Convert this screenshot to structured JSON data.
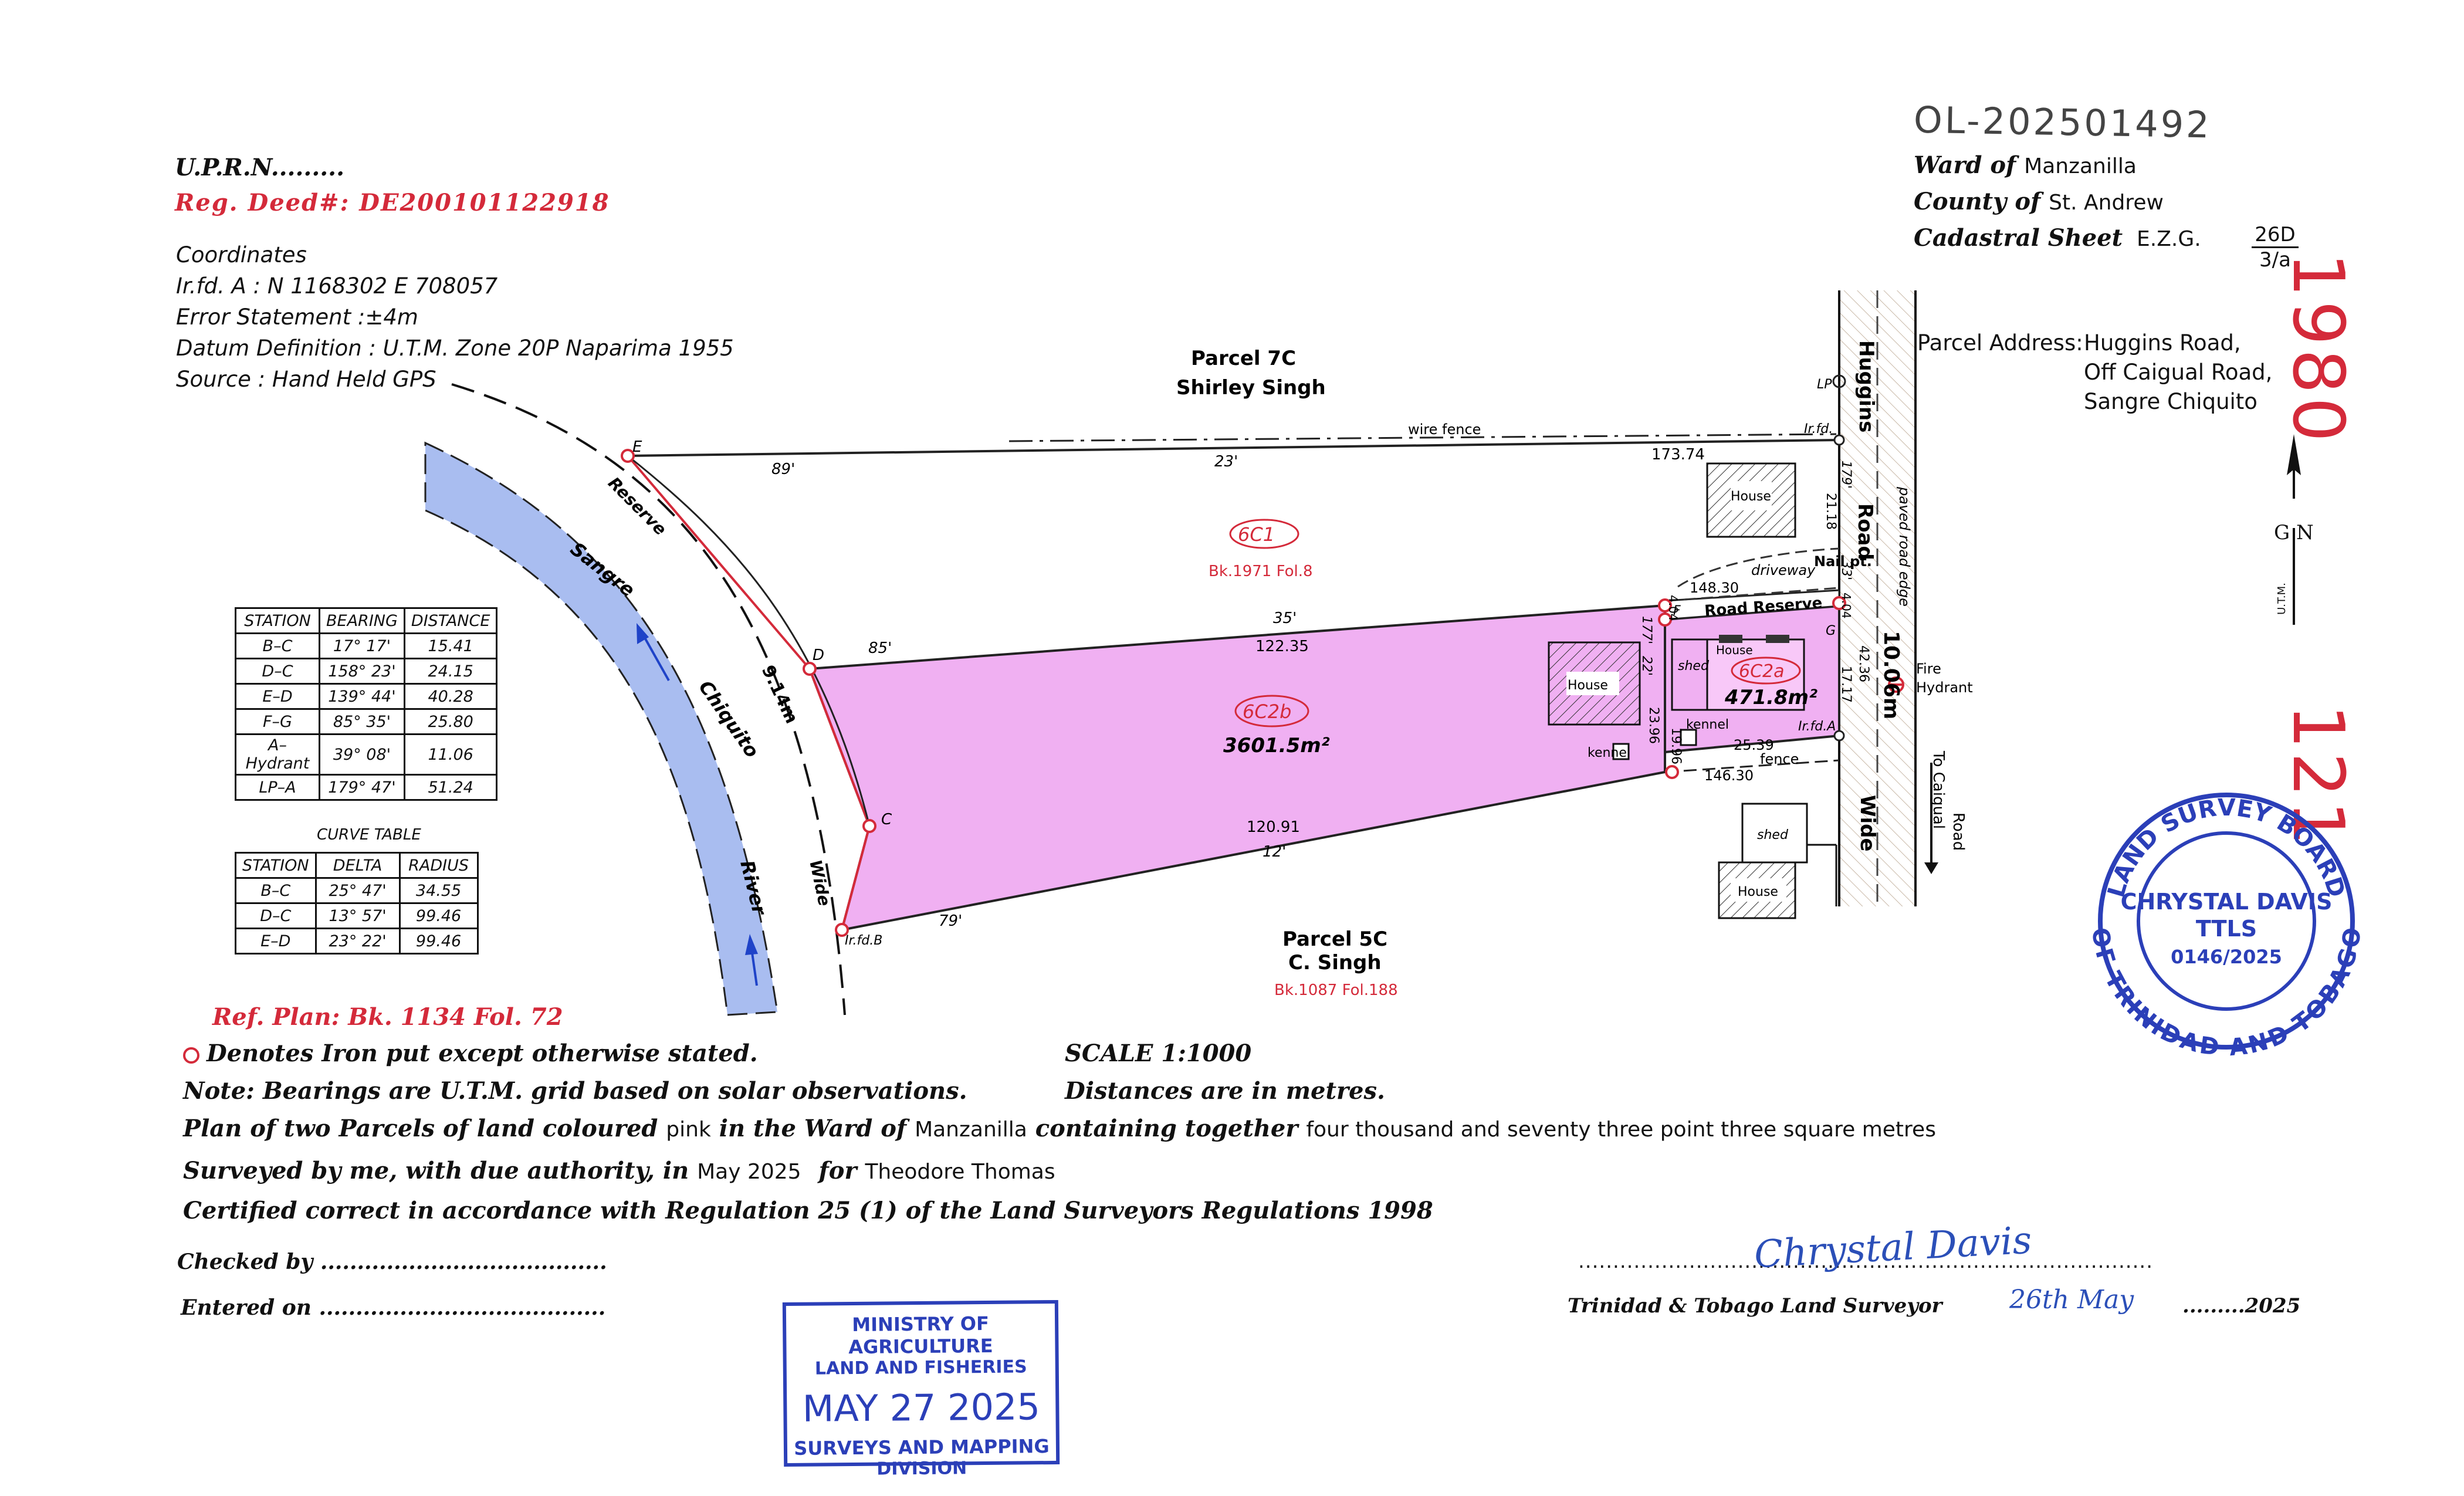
{
  "header_left": {
    "uprn": "U.P.R.N.........",
    "reg_deed": "Reg. Deed#: DE200101122918",
    "coord_title": "Coordinates",
    "coord_irfd": "Ir.fd. A : N 1168302  E 708057",
    "coord_error": "Error Statement   :±4m",
    "coord_datum": "Datum Definition : U.T.M. Zone 20P Naparima 1955",
    "coord_source": "Source : Hand Held GPS"
  },
  "header_right": {
    "handwritten_ref": "OL-202501492",
    "ward_label": "Ward of",
    "ward_value": "Manzanilla",
    "county_label": "County of",
    "county_value": "St. Andrew",
    "sheet_label": "Cadastral Sheet",
    "sheet_value": "E.Z.G.",
    "sheet_num_top": "26D",
    "sheet_num_bottom": "3/a",
    "address_label": "Parcel Address:",
    "address_line1": "Huggins Road,",
    "address_line2": "Off Caigual Road,",
    "address_line3": "Sangre Chiquito"
  },
  "margin_numbers": {
    "top": "1980",
    "bottom": "121"
  },
  "north_arrow": {
    "label": "G N",
    "sub": "U.T.M."
  },
  "bearing_table": {
    "headers": [
      "STATION",
      "BEARING",
      "DISTANCE"
    ],
    "rows": [
      [
        "B–C",
        "17° 17'",
        "15.41"
      ],
      [
        "D–C",
        "158° 23'",
        "24.15"
      ],
      [
        "E–D",
        "139° 44'",
        "40.28"
      ],
      [
        "F–G",
        "85° 35'",
        "25.80"
      ],
      [
        "A–Hydrant",
        "39° 08'",
        "11.06"
      ],
      [
        "LP–A",
        "179° 47'",
        "51.24"
      ]
    ]
  },
  "curve_table": {
    "title": "CURVE TABLE",
    "headers": [
      "STATION",
      "DELTA",
      "RADIUS"
    ],
    "rows": [
      [
        "B–C",
        "25° 47'",
        "34.55"
      ],
      [
        "D–C",
        "13° 57'",
        "99.46"
      ],
      [
        "E–D",
        "23° 22'",
        "99.46"
      ]
    ]
  },
  "map": {
    "parcel_7c": "Parcel 7C",
    "owner_7c": "Shirley Singh",
    "parcel_5c": "Parcel 5C",
    "owner_5c": "C. Singh",
    "book_5c": "Bk.1087 Fol.188",
    "label_6c1": "6C1",
    "book_6c1": "Bk.1971 Fol.8",
    "label_6c2b": "6C2b",
    "area_6c2b": "3601.5m²",
    "label_6c2a": "6C2a",
    "area_6c2a": "471.8m²",
    "river_w1": "Sangre",
    "river_w2": "Chiquito",
    "river_w3": "River",
    "reserve": "Reserve",
    "wide": "Wide",
    "reserve_width": "9.14m",
    "huggins": "Huggins",
    "road": "Road",
    "road_width": "10.06m",
    "road_wide": "Wide",
    "paved_edge": "paved road edge",
    "to_caigual_1": "To Caigual",
    "to_caigual_2": "Road",
    "fire_1": "Fire",
    "fire_2": "Hydrant",
    "wire_fence": "wire fence",
    "fence": "fence",
    "driveway": "driveway",
    "road_reserve": "Road Reserve",
    "nail_pt": "Nail pt.",
    "house": "House",
    "shed": "shed",
    "kennel": "kennel",
    "st_e": "E",
    "st_d": "D",
    "st_c": "C",
    "st_b": "Ir.fd.B",
    "st_irfd": "Ir.fd.",
    "st_irfda": "Ir.fd.A",
    "st_f": "F",
    "st_g": "G",
    "st_lp": "LP",
    "d_89": "89'",
    "d_23": "23'",
    "d_17374": "173.74",
    "d_85": "85'",
    "d_35": "35'",
    "d_12235": "122.35",
    "d_12091": "120.91",
    "d_12": "12'",
    "d_79": "79'",
    "d_14830": "148.30",
    "d_14630": "146.30",
    "d_2539": "25.39",
    "d_2396": "23.96",
    "d_1996": "19.96",
    "d_22": "22'",
    "d_177": "177'",
    "d_404a": "4.04",
    "d_404b": "4.04",
    "d_1717": "17.17",
    "d_4236": "42.36",
    "d_33": "33'",
    "d_2118": "21.18",
    "d_179": "179'"
  },
  "notes": {
    "ref_plan": "Ref. Plan: Bk. 1134 Fol. 72",
    "iron_put": "Denotes Iron put except otherwise stated.",
    "scale": "SCALE  1:1000",
    "bearings": "Note: Bearings are U.T.M. grid based on solar observations.",
    "distances": "Distances are in metres.",
    "plan_prefix": "Plan of two Parcels of land coloured",
    "plan_pink": "pink",
    "plan_in_ward": "in the Ward of",
    "plan_ward": "Manzanilla",
    "plan_containing": "containing together",
    "plan_area": "four thousand and seventy three point three square metres",
    "surveyed_prefix": "Surveyed by me, with due authority, in",
    "surveyed_date": "May 2025",
    "surveyed_for": "for",
    "surveyed_client": "Theodore Thomas",
    "certified": "Certified correct in accordance with Regulation 25 (1) of the Land Surveyors Regulations 1998",
    "checked_by": "Checked by .......................................",
    "entered_on": "Entered on .......................................",
    "signature_dots": "...................................................................................",
    "signature": "Chrystal Davis",
    "surveyor_label": "Trinidad & Tobago Land Surveyor",
    "sig_day": "26th May",
    "sig_year": ".........2025"
  },
  "stamp_ministry": {
    "line1": "MINISTRY OF AGRICULTURE",
    "line2": "LAND AND FISHERIES",
    "date": "MAY 27 2025",
    "line3": "SURVEYS AND MAPPING",
    "line4": "DIVISION"
  },
  "stamp_board": {
    "outer_top": "LAND SURVEY BOARD",
    "outer_bottom": "OF TRINIDAD AND TOBAGO",
    "name": "CHRYSTAL DAVIS",
    "title": "TTLS",
    "number": "0146/2025"
  },
  "colors": {
    "accent_red": "#d42a3a",
    "pink": "#f0b0f2",
    "river": "#a9bdf0",
    "stamp_blue": "#2b3fb8"
  }
}
